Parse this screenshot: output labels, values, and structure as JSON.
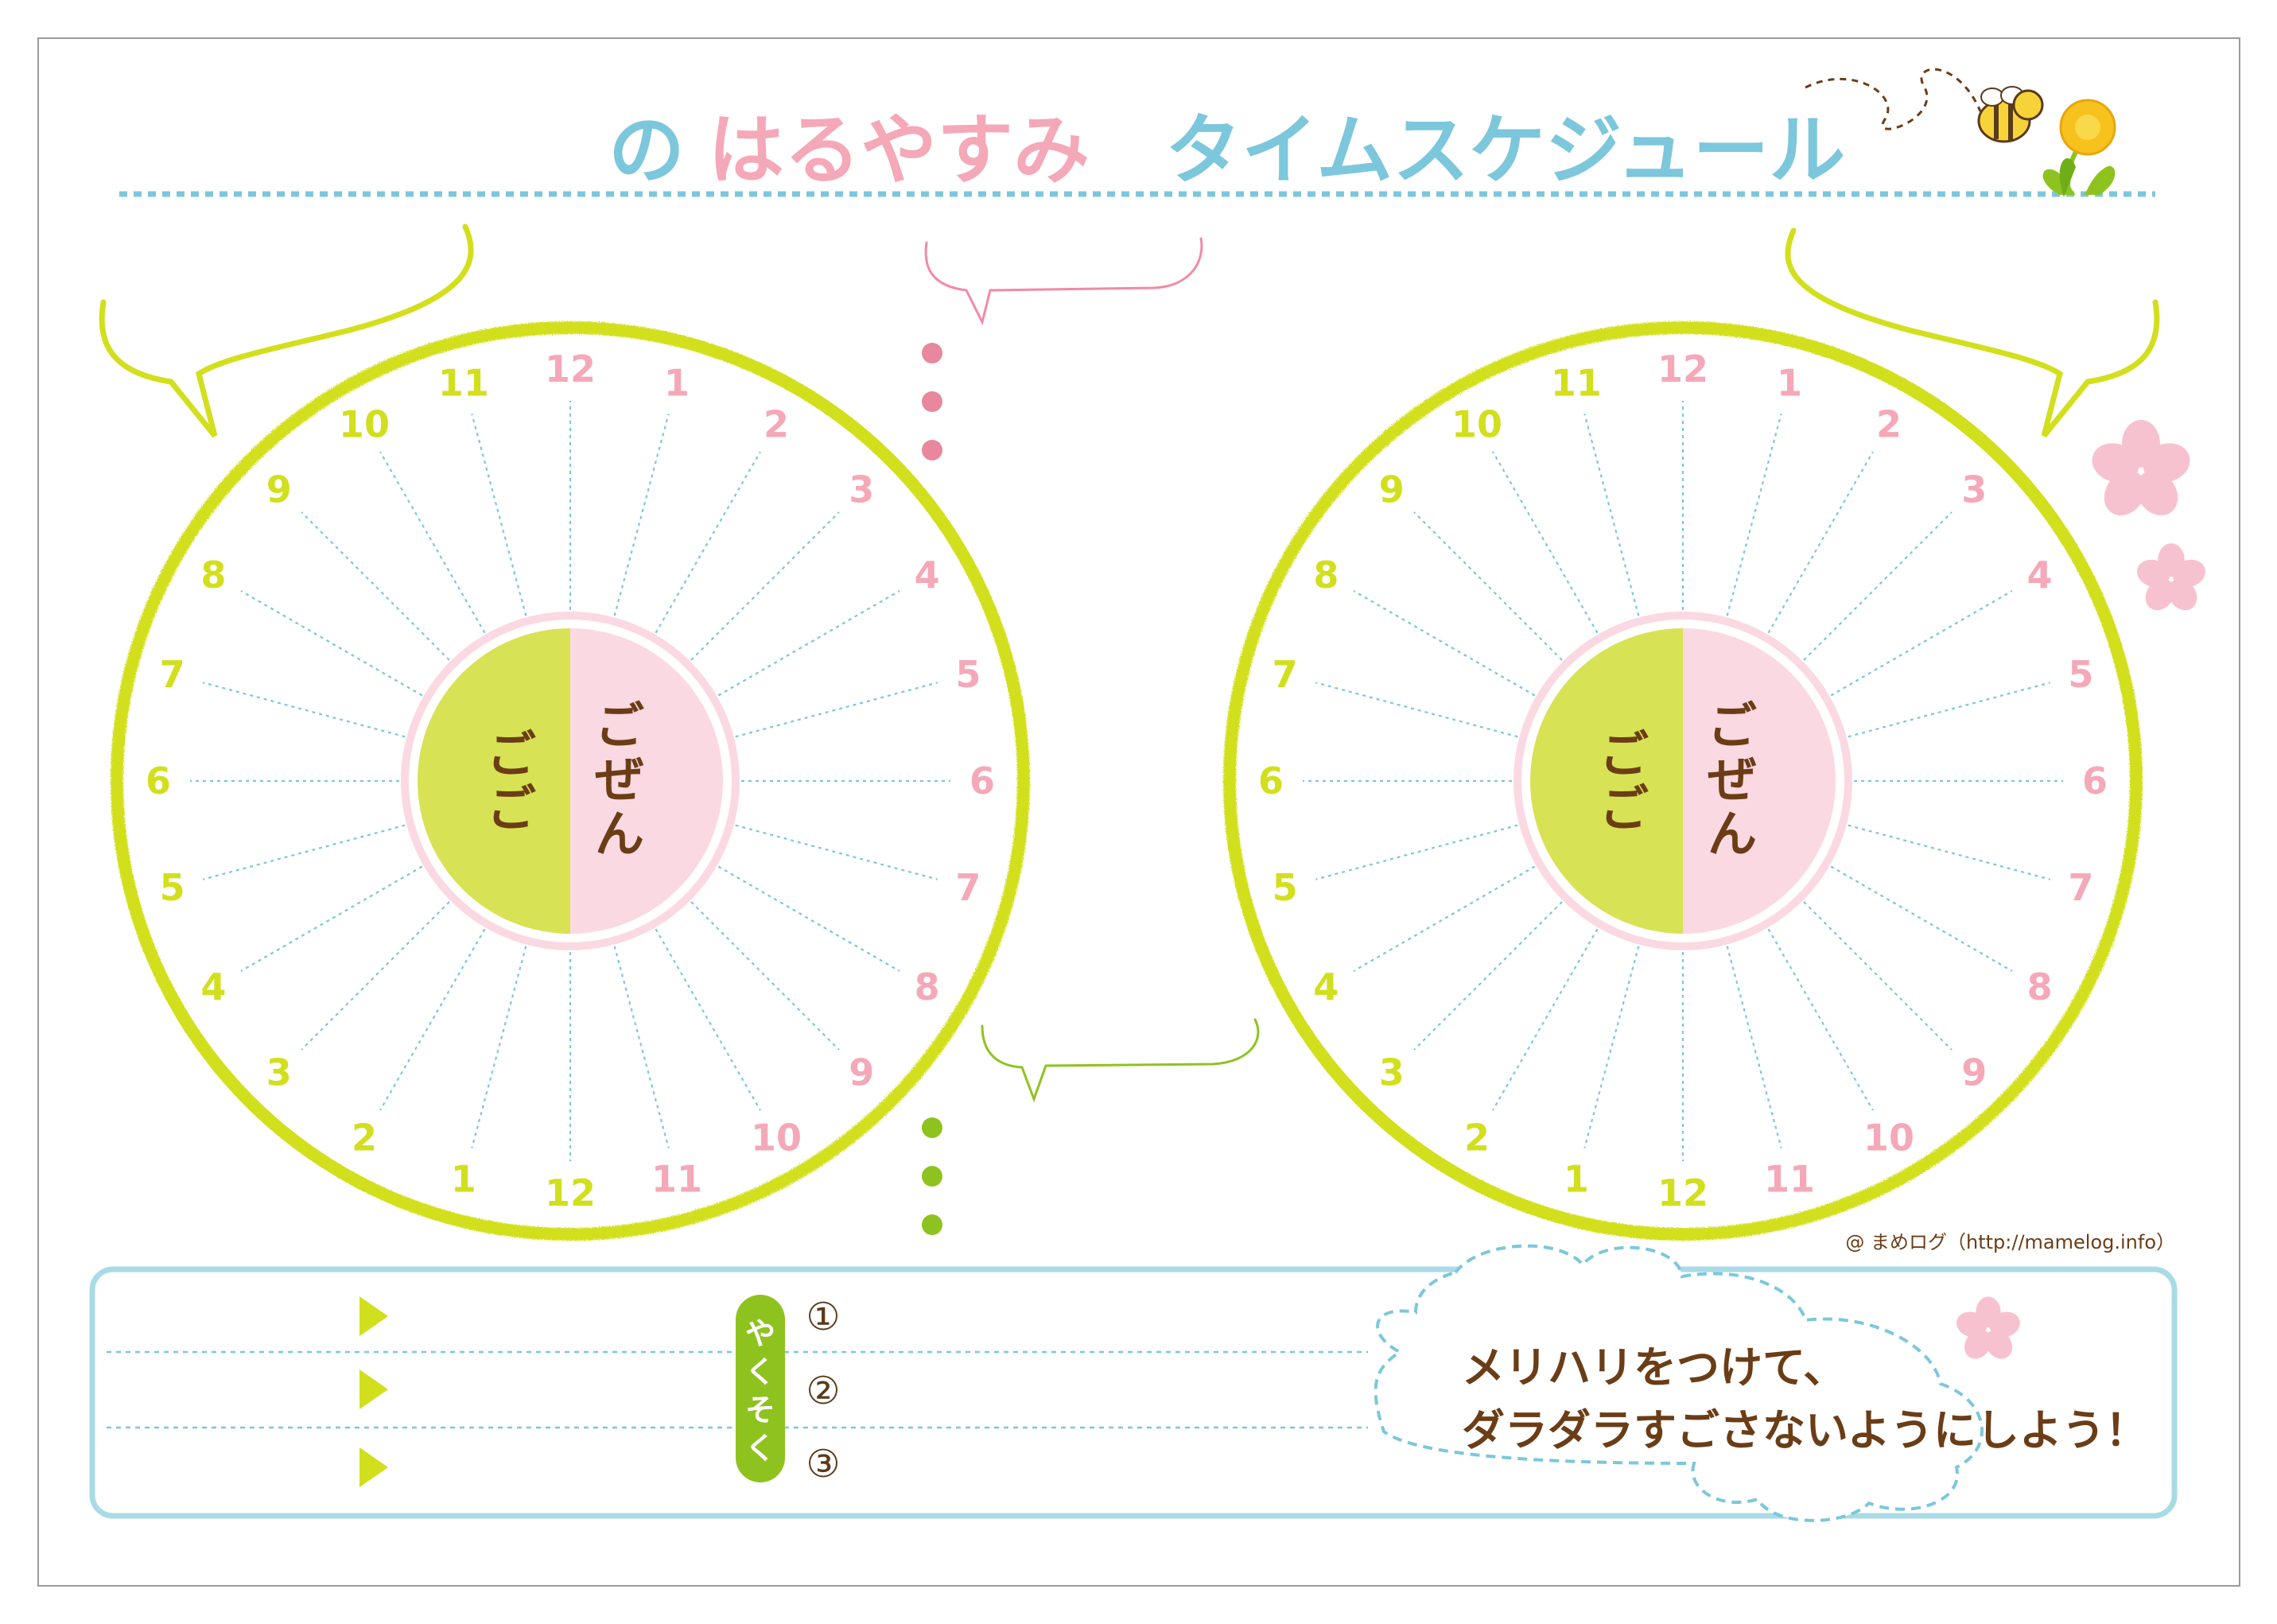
{
  "header": {
    "prefix": "の",
    "season": "はるやすみ",
    "subtitle": "タイムスケジュール",
    "colors": {
      "prefix": "#7cc7dc",
      "season": "#f4a8b8",
      "subtitle": "#7cc7dc"
    }
  },
  "clocks": [
    {
      "am_label": [
        "ご",
        "ぜ",
        "ん"
      ],
      "pm_label": [
        "ご",
        "ご"
      ],
      "am_hours": [
        "12",
        "1",
        "2",
        "3",
        "4",
        "5",
        "6",
        "7",
        "8",
        "9",
        "10",
        "11"
      ],
      "pm_hours": [
        "12",
        "1",
        "2",
        "3",
        "4",
        "5",
        "6",
        "7",
        "8",
        "9",
        "10",
        "11"
      ]
    },
    {
      "am_label": [
        "ご",
        "ぜ",
        "ん"
      ],
      "pm_label": [
        "ご",
        "ご"
      ],
      "am_hours": [
        "12",
        "1",
        "2",
        "3",
        "4",
        "5",
        "6",
        "7",
        "8",
        "9",
        "10",
        "11"
      ],
      "pm_hours": [
        "12",
        "1",
        "2",
        "3",
        "4",
        "5",
        "6",
        "7",
        "8",
        "9",
        "10",
        "11"
      ]
    }
  ],
  "promise": {
    "label": [
      "や",
      "く",
      "そ",
      "く"
    ],
    "numbers": [
      "①",
      "②",
      "③"
    ]
  },
  "message": {
    "line1": "メリハリをつけて、",
    "line2": "ダラダラすごさないようにしよう！"
  },
  "credit": "@ まめログ（http://mamelog.info）",
  "colors": {
    "lime": "#d2df1c",
    "pink": "#f4a8b8",
    "light_pink": "#fbd9e2",
    "sky": "#7cc7dc",
    "green": "#8ec31f",
    "brown": "#6b3d16",
    "frame_blue": "#a9dbe6"
  },
  "icons": [
    "bee-icon",
    "dandelion-icon",
    "sakura-icon",
    "triangle-bullet-icon"
  ]
}
